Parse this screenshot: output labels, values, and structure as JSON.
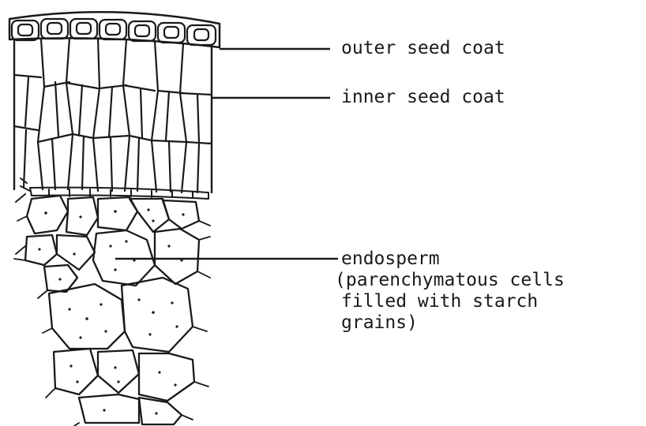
{
  "labels": {
    "outer_seed_coat": "outer seed coat",
    "inner_seed_coat": "inner seed coat",
    "endosperm": {
      "line1": "endosperm",
      "line2": "(parenchymatous cells",
      "line3": "filled with starch",
      "line4": "grains)"
    }
  }
}
